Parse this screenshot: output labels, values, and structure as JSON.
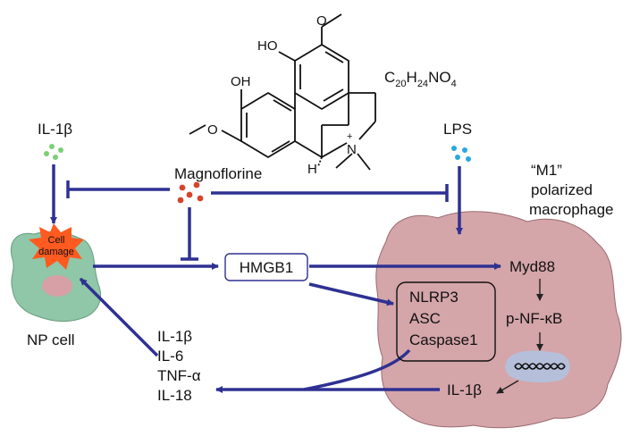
{
  "compound": {
    "name": "Magnoflorine",
    "formula_parts": [
      "C",
      "20",
      "H",
      "24",
      "NO",
      "4"
    ],
    "atoms": {
      "oh_top": "HO",
      "oh_left": "OH",
      "n": "N",
      "h": "H",
      "plus": "+"
    }
  },
  "stimuli": {
    "il1b": "IL-1β",
    "lps": "LPS"
  },
  "macrophage": {
    "title": "“M1”",
    "line2": "polarized",
    "line3": "macrophage"
  },
  "np_cell": {
    "label": "NP cell",
    "damage_line1": "Cell",
    "damage_line2": "damage"
  },
  "hmgb1": "HMGB1",
  "inflammasome": [
    "NLRP3",
    "ASC",
    "Caspase1"
  ],
  "pathway": [
    "Myd88",
    "p-NF-κB",
    "IL-1β"
  ],
  "cytokines": [
    "IL-1β",
    "IL-6",
    "TNF-α",
    "IL-18"
  ],
  "colors": {
    "arrow": "#2e3192",
    "macrophage": "#d4a5a9",
    "macrophage_edge": "#9a6b70",
    "np_cell": "#8fc7a8",
    "nucleus": "#d6a0a6",
    "damage": "#ff5a1f",
    "il1b_dots": "#7ccf73",
    "lps_dots": "#29a8e0",
    "magnoflorine_dots": "#d4452b",
    "dna_blob": "#b6bfd9"
  }
}
